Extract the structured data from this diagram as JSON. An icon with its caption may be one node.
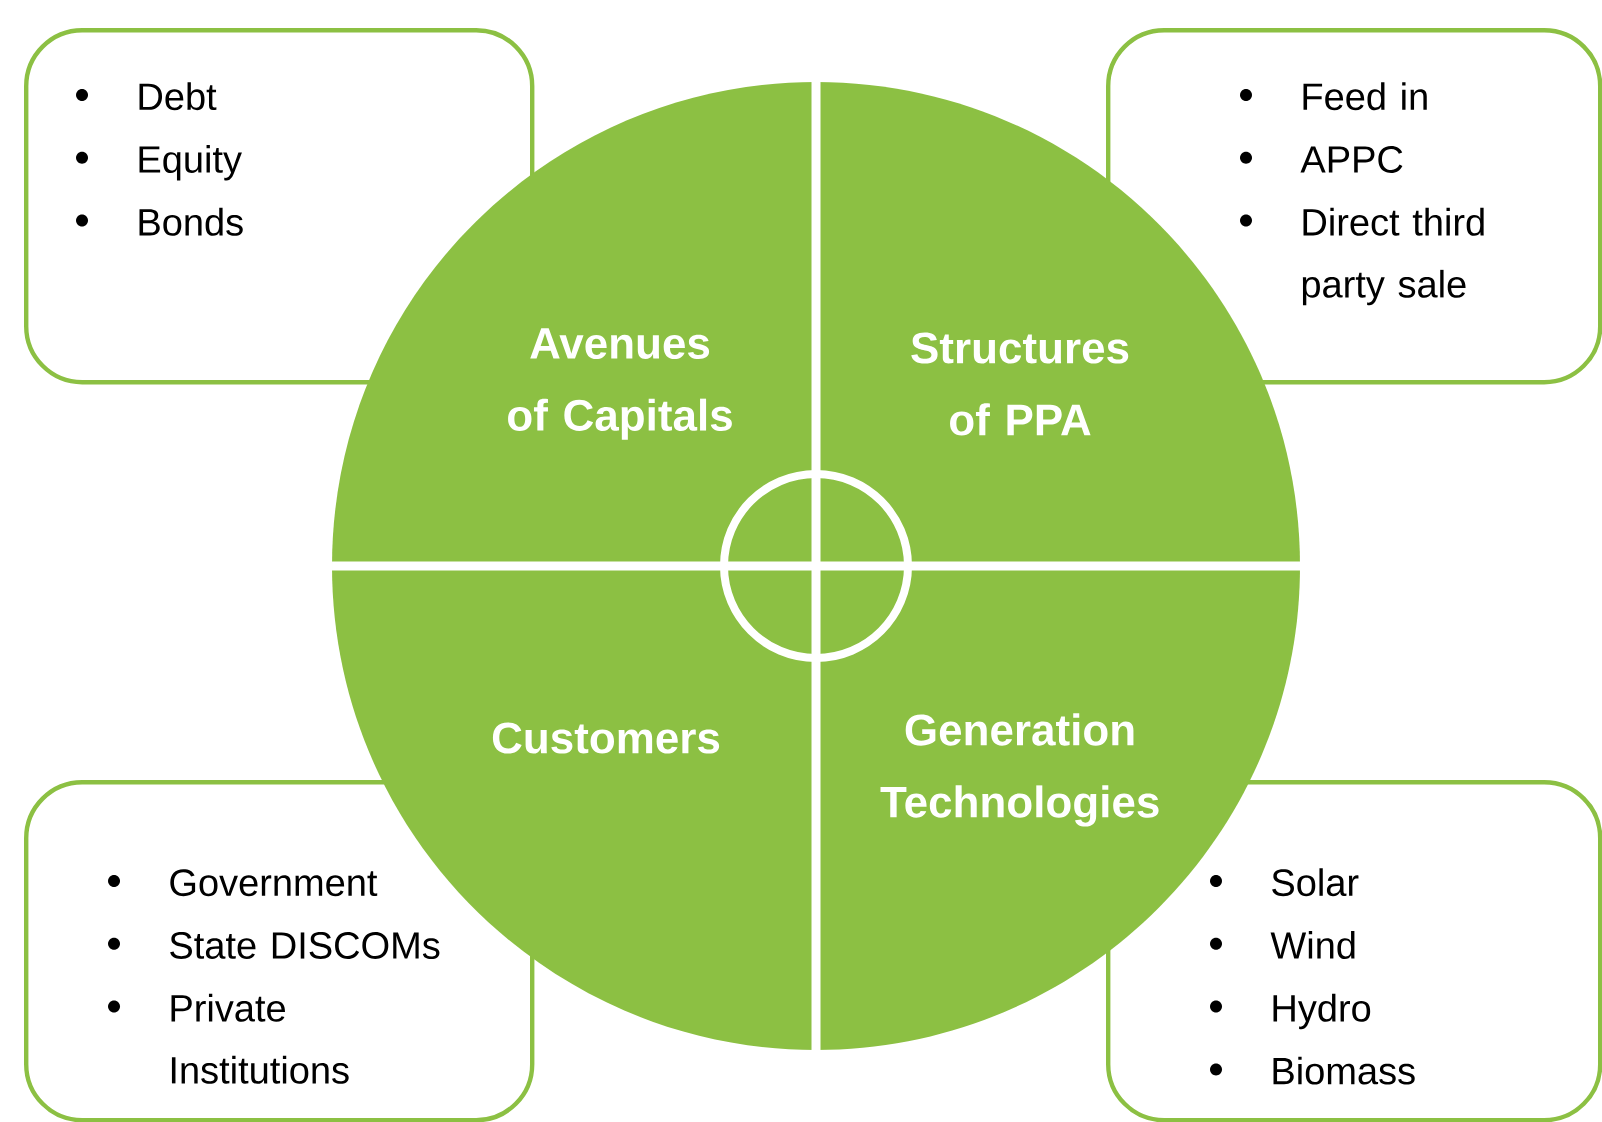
{
  "diagram": {
    "nodes": [
      {
        "text": [
          "Debt",
          "Equity",
          "Bonds"
        ]
      },
      {
        "text": [
          "Avenues of Capitals"
        ]
      },
      {
        "text": [
          "Structures of PPA"
        ]
      },
      {
        "text": [
          "Feed in",
          "APPC",
          "Direct third party sale"
        ]
      },
      {
        "text": [],
        "shape": "circle"
      },
      {
        "text": [
          "Customers"
        ]
      },
      {
        "text": [
          "Generation Technologies"
        ]
      },
      {
        "text": [
          "Government",
          "State DISCOMs",
          "Private Institutions"
        ]
      },
      {
        "text": [
          "Solar",
          "Wind",
          "Hydro",
          "Biomass"
        ]
      }
    ]
  }
}
